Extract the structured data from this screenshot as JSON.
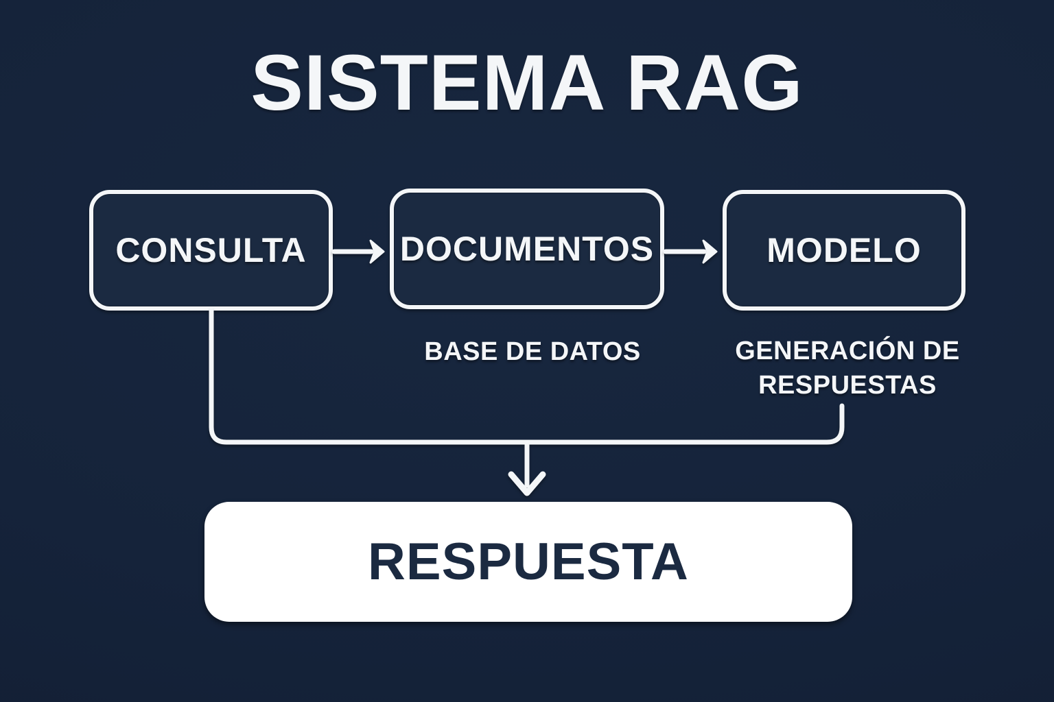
{
  "title": "SISTEMA RAG",
  "nodes": {
    "consulta": {
      "label": "CONSULTA"
    },
    "documentos": {
      "label": "DOCUMENTOS",
      "sublabel": "BASE DE DATOS"
    },
    "modelo": {
      "label": "MODELO",
      "sublabel": "GENERACIÓN DE RESPUESTAS"
    },
    "respuesta": {
      "label": "RESPUESTA"
    }
  },
  "edges": [
    {
      "from": "CONSULTA",
      "to": "DOCUMENTOS"
    },
    {
      "from": "DOCUMENTOS",
      "to": "MODELO"
    },
    {
      "from": "CONSULTA",
      "to": "RESPUESTA"
    },
    {
      "from": "MODELO",
      "to": "RESPUESTA"
    }
  ],
  "colors": {
    "background": "#15233a",
    "node_fill": "#1b2a41",
    "stroke": "#f4f6f8",
    "respuesta_fill": "#ffffff",
    "respuesta_text": "#1b2a41"
  }
}
